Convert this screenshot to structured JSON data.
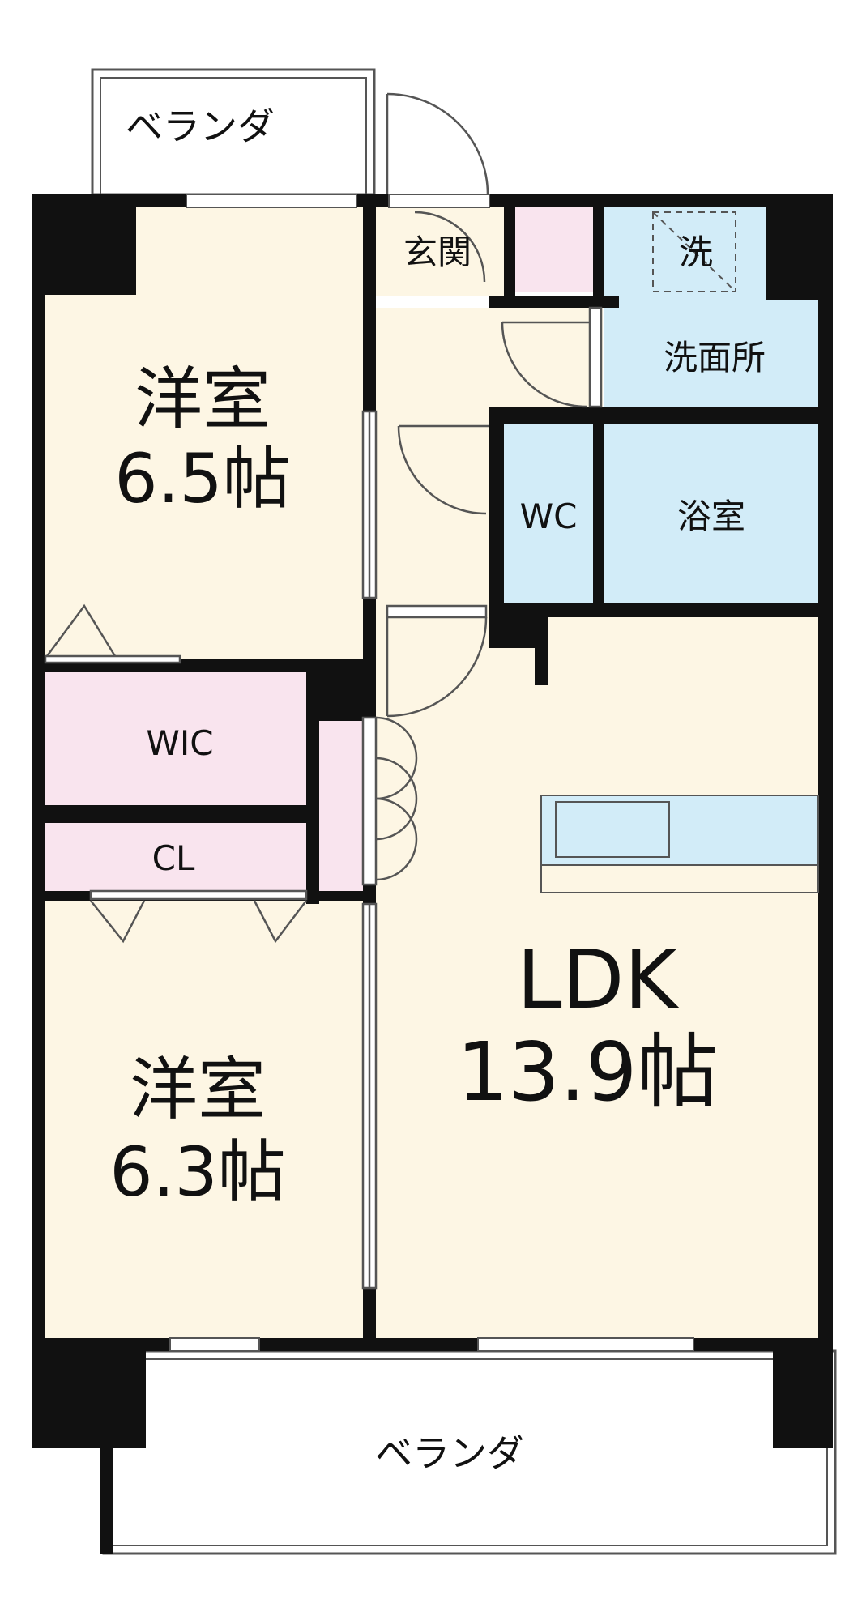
{
  "floorplan": {
    "colors": {
      "wall": "#111111",
      "living_floor": "#fdf6e4",
      "storage_floor": "#f9e4ee",
      "wet_floor": "#d2ecf8",
      "balcony_floor": "#ffffff",
      "line": "#555555"
    },
    "rooms": {
      "balcony_top": {
        "label": "ベランダ"
      },
      "entrance": {
        "label": "玄関"
      },
      "washer": {
        "label": "洗"
      },
      "washroom": {
        "label": "洗面所"
      },
      "western_room_1": {
        "name": "洋室",
        "size": "6.5帖"
      },
      "wc": {
        "label": "WC"
      },
      "bathroom": {
        "label": "浴室"
      },
      "wic": {
        "label": "WIC"
      },
      "closet": {
        "label": "CL"
      },
      "ldk": {
        "name": "LDK",
        "size": "13.9帖"
      },
      "western_room_2": {
        "name": "洋室",
        "size": "6.3帖"
      },
      "balcony_bottom": {
        "label": "ベランダ"
      }
    }
  }
}
